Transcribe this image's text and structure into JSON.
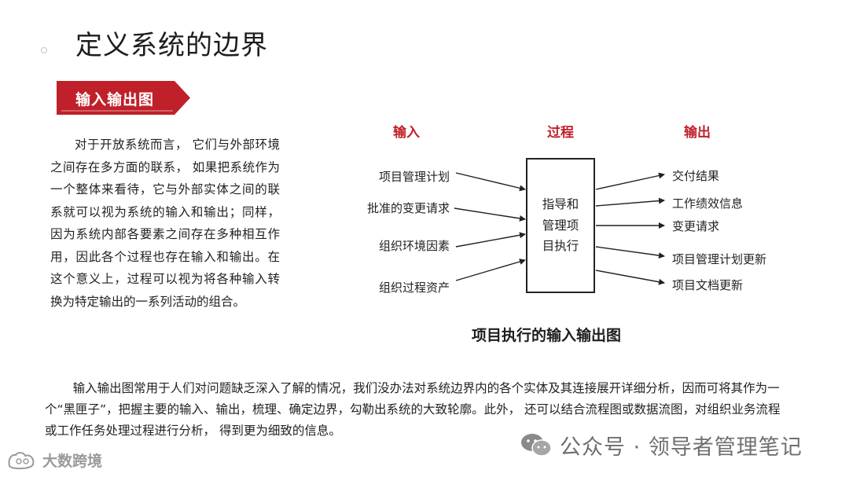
{
  "title": "定义系统的边界",
  "section_tag": "输入输出图",
  "intro_paragraph": "对于开放系统而言，  它们与外部环境之间存在多方面的联系，  如果把系统作为一个整体来看待，它与外部实体之间的联系就可以视为系统的输入和输出；同样，因为系统内部各要素之间存在多种相互作用，因此各个过程也存在输入和输出。在这个意义上，过程可以视为将各种输入转换为特定输出的一系列活动的组合。",
  "diagram": {
    "heading_input": "输入",
    "heading_process": "过程",
    "heading_output": "输出",
    "inputs": [
      "项目管理计划",
      "批准的变更请求",
      "组织环境因素",
      "组织过程资产"
    ],
    "process_lines": [
      "指导和",
      "管理项",
      "目执行"
    ],
    "outputs": [
      "交付结果",
      "工作绩效信息",
      "变更请求",
      "项目管理计划更新",
      "项目文档更新"
    ],
    "caption": "项目执行的输入输出图",
    "accent_color": "#c0202a"
  },
  "bottom_paragraph": "输入输出图常用于人们对问题缺乏深入了解的情况，我们没办法对系统边界内的各个实体及其连接展开详细分析，因而可将其作为一个“黑匣子”，把握主要的输入、输出，梳理、确定边界，勾勒出系统的大致轮廓。此外，  还可以结合流程图或数据流图，对组织业务流程或工作任务处理过程进行分析，  得到更为细致的信息。",
  "watermark": "公众号 · 领导者管理笔记",
  "corner_logo": "大数跨境",
  "icons": {
    "bullet": "circle-bullet-icon",
    "tag": "ribbon-arrow-icon",
    "watermark": "wechat-icon",
    "corner": "brand-logo-icon"
  }
}
